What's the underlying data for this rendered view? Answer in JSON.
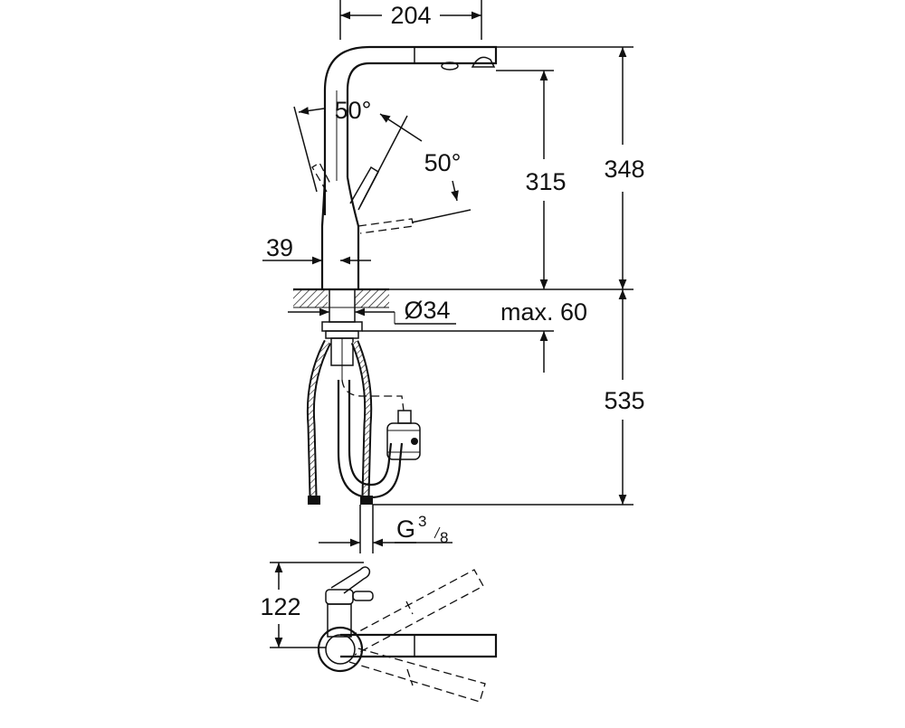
{
  "dimensions": {
    "spout_reach": "204",
    "total_height": "348",
    "spout_height": "315",
    "lever_angle_left": "50°",
    "lever_angle_right": "50°",
    "body_offset": "39",
    "hole_diameter": "Ø34",
    "max_thickness": "max. 60",
    "below_deck": "535",
    "connection_g": "G",
    "connection_num": "3",
    "connection_den": "8",
    "top_depth": "122"
  }
}
